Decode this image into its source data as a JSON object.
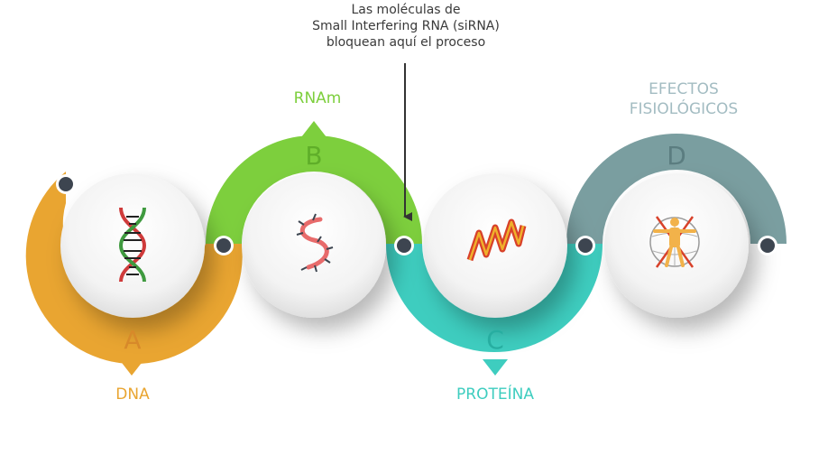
{
  "callout": {
    "lines": [
      "Las moléculas de",
      "Small Interfering RNA (siRNA)",
      "bloquean aquí el proceso"
    ]
  },
  "stages": [
    {
      "letter": "A",
      "name": "DNA",
      "color": "#e9a531",
      "icon": "dna-icon"
    },
    {
      "letter": "B",
      "name": "RNAm",
      "color": "#7dcf3d",
      "icon": "rna-strand-icon"
    },
    {
      "letter": "C",
      "name": "PROTEÍNA",
      "color": "#3ecdbf",
      "icon": "protein-helix-icon"
    },
    {
      "letter": "D",
      "name_lines": [
        "EFECTOS",
        "FISIOLÓGICOS"
      ],
      "color": "#7a9ea0",
      "icon": "human-body-icon"
    }
  ],
  "colors": {
    "connector": "#3d4550",
    "callout_text": "#3a3a3a",
    "arrow": "#333333"
  }
}
